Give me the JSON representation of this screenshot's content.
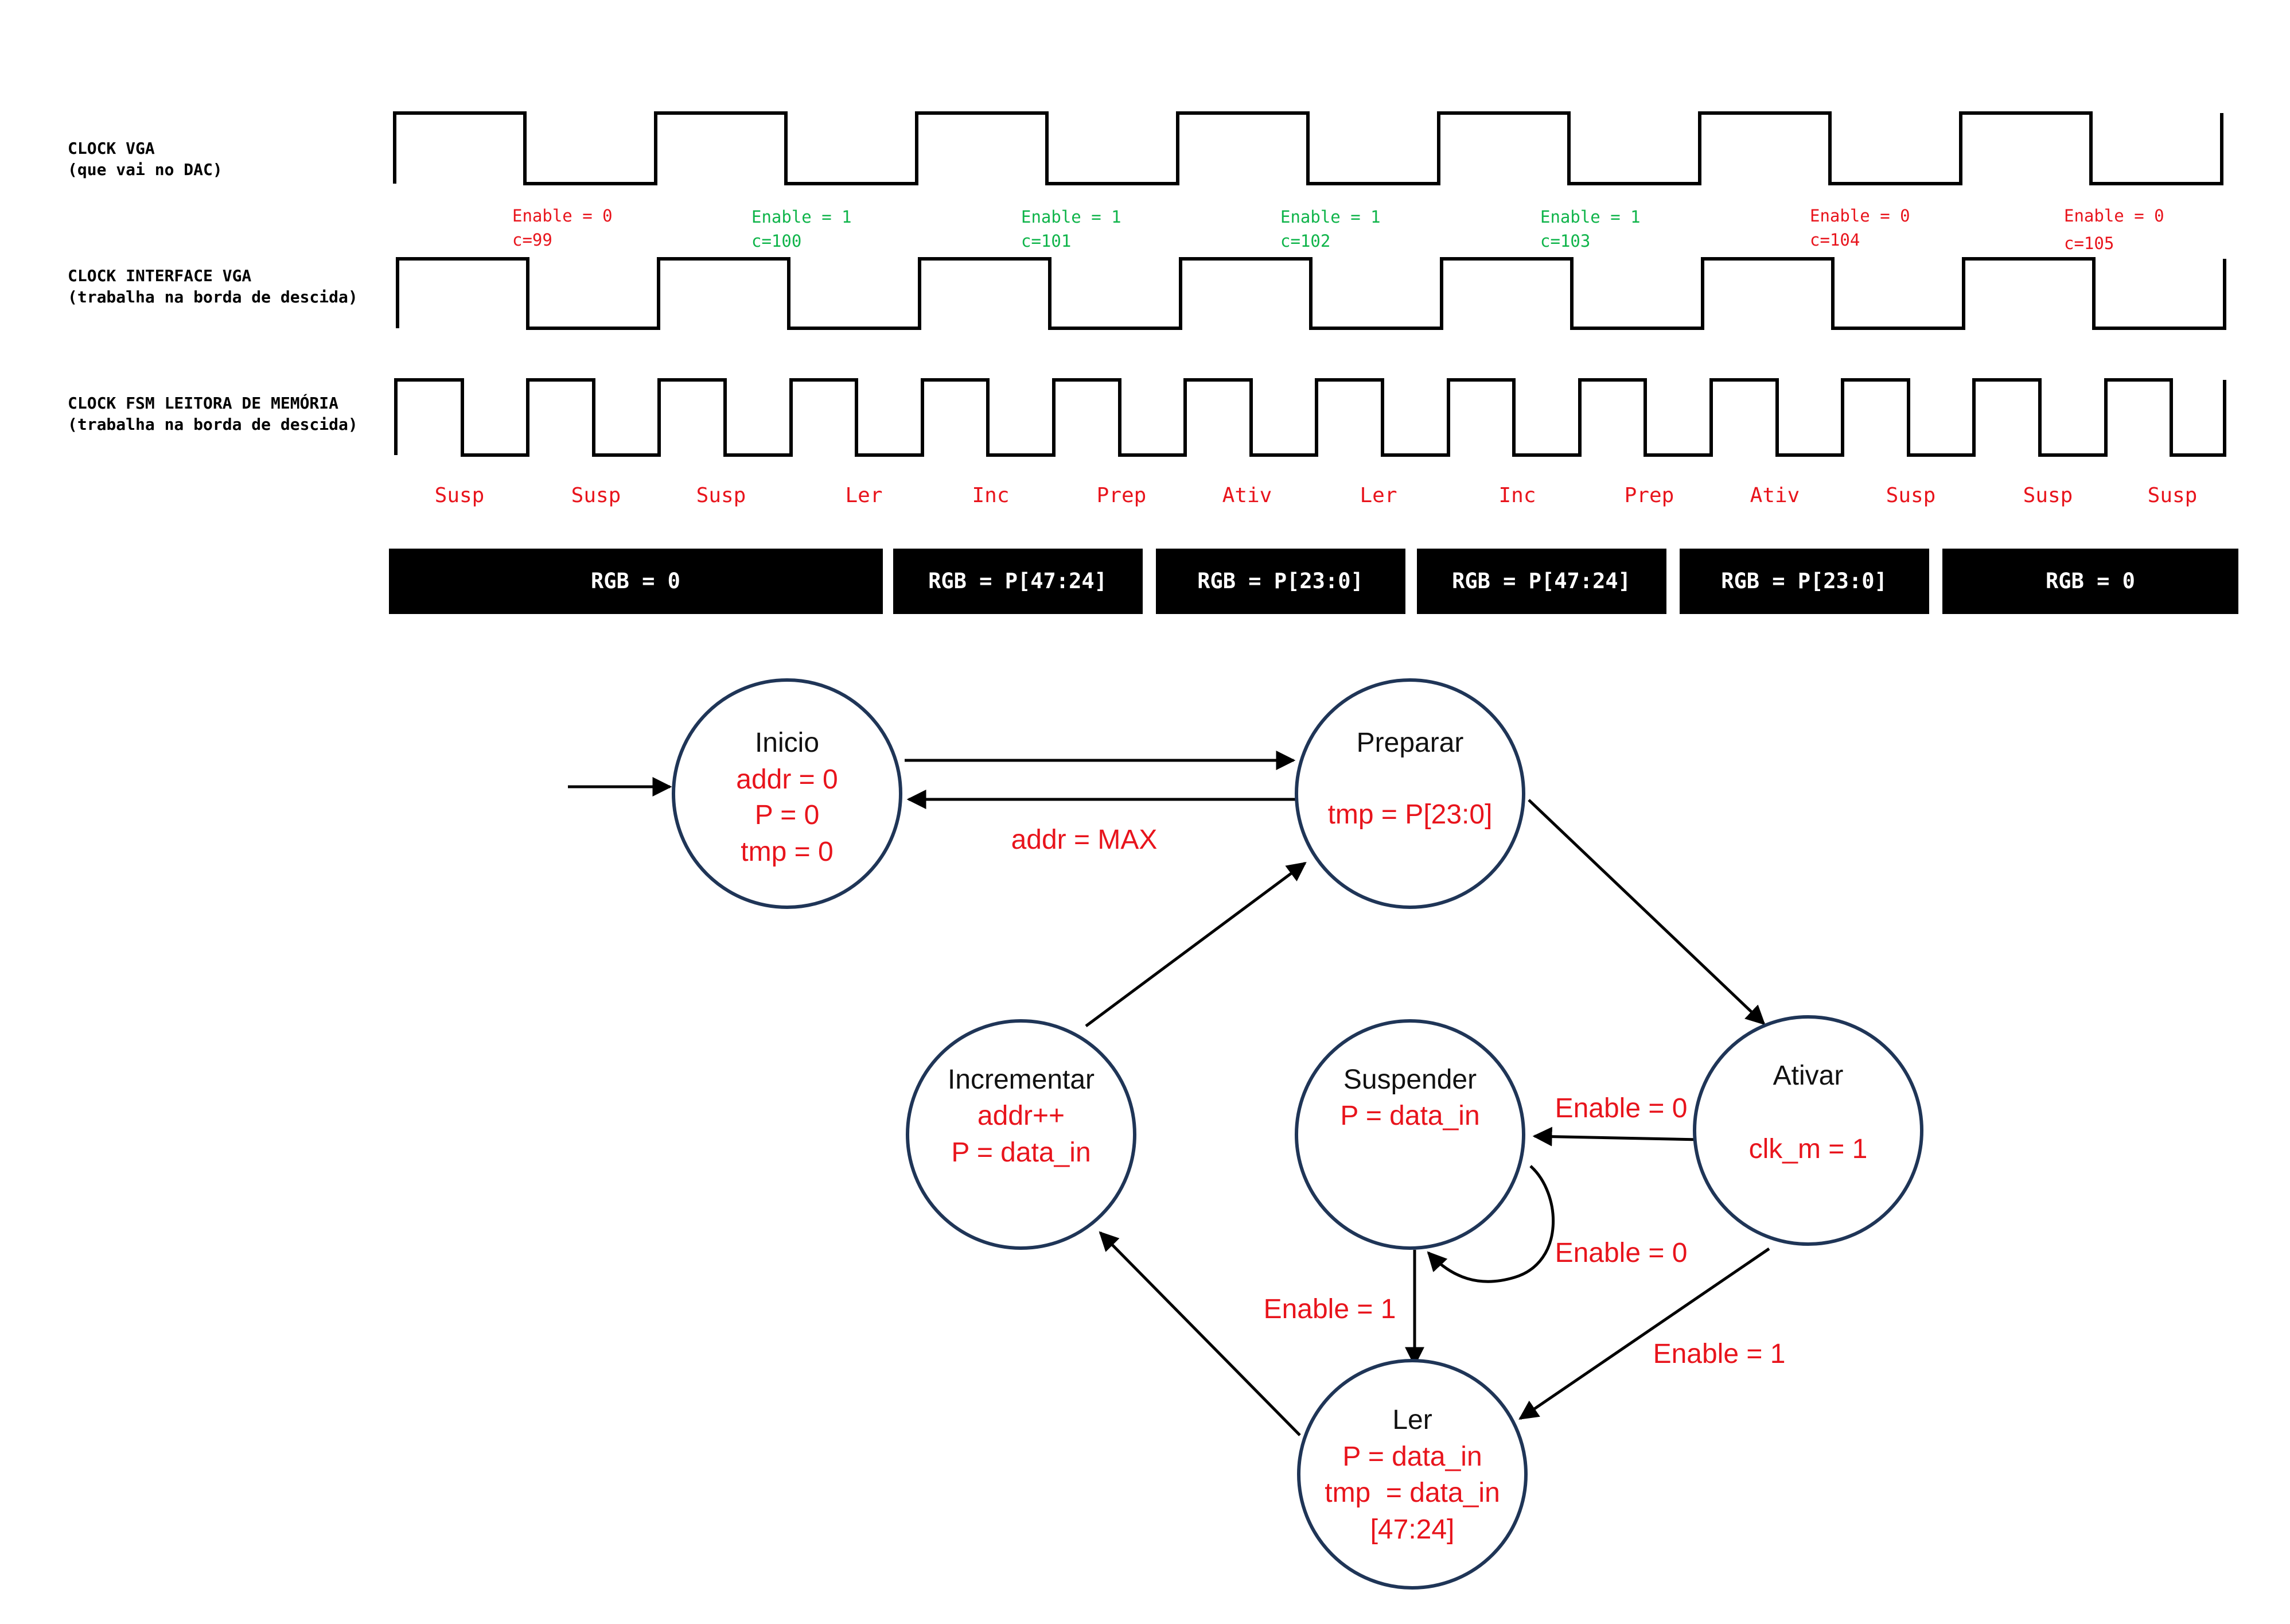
{
  "colors": {
    "red": "#e8141c",
    "green": "#0fb44a",
    "node_border": "#1f3557",
    "wave": "#000000",
    "bar": "#000000"
  },
  "signals": [
    {
      "label_line1": "CLOCK VGA",
      "label_line2": "(que vai no DAC)"
    },
    {
      "label_line1": "CLOCK INTERFACE VGA",
      "label_line2": "(trabalha na borda de descida)"
    },
    {
      "label_line1": "CLOCK FSM LEITORA DE MEMÓRIA",
      "label_line2": "(trabalha na borda de descida)"
    }
  ],
  "enable_labels": [
    {
      "enable": "Enable = 0",
      "c": "c=99",
      "active": false
    },
    {
      "enable": "Enable = 1",
      "c": "c=100",
      "active": true
    },
    {
      "enable": "Enable = 1",
      "c": "c=101",
      "active": true
    },
    {
      "enable": "Enable = 1",
      "c": "c=102",
      "active": true
    },
    {
      "enable": "Enable = 1",
      "c": "c=103",
      "active": true
    },
    {
      "enable": "Enable = 0",
      "c": "c=104",
      "active": false
    },
    {
      "enable": "Enable = 0",
      "c": "c=105",
      "active": false
    }
  ],
  "fsm_state_sequence": [
    "Susp",
    "Susp",
    "Susp",
    "Ler",
    "Inc",
    "Prep",
    "Ativ",
    "Ler",
    "Inc",
    "Prep",
    "Ativ",
    "Susp",
    "Susp",
    "Susp"
  ],
  "rgb_bars": [
    {
      "text": "RGB = 0"
    },
    {
      "text": "RGB = P[47:24]"
    },
    {
      "text": "RGB = P[23:0]"
    },
    {
      "text": "RGB = P[47:24]"
    },
    {
      "text": "RGB = P[23:0]"
    },
    {
      "text": "RGB = 0"
    }
  ],
  "nodes": {
    "inicio": {
      "title": "Inicio",
      "lines": [
        "addr = 0",
        "P = 0",
        "tmp = 0"
      ]
    },
    "preparar": {
      "title": "Preparar",
      "lines": [
        "tmp = P[23:0]"
      ]
    },
    "ativar": {
      "title": "Ativar",
      "lines": [
        "clk_m = 1"
      ]
    },
    "suspender": {
      "title": "Suspender",
      "lines": [
        "P = data_in"
      ]
    },
    "incrementar": {
      "title": "Incrementar",
      "lines": [
        "addr++",
        "P = data_in"
      ]
    },
    "ler": {
      "title": "Ler",
      "lines": [
        "P = data_in",
        "tmp  = data_in",
        "[47:24]"
      ]
    }
  },
  "edge_labels": {
    "preparar_to_inicio": "addr = MAX",
    "ativar_to_suspender": "Enable = 0",
    "suspender_self": "Enable = 0",
    "suspender_to_ler": "Enable = 1",
    "ativar_to_ler": "Enable = 1"
  }
}
